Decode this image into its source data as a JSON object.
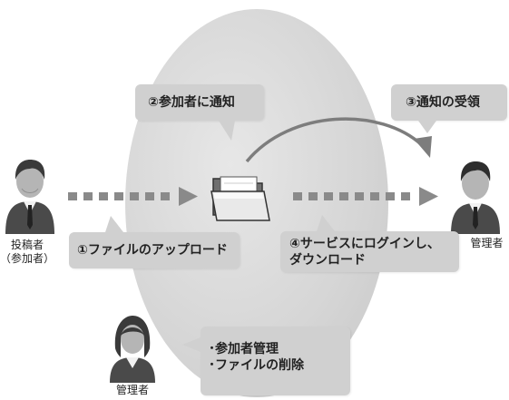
{
  "bubbles": {
    "notify": "②参加者に通知",
    "receive": "③通知の受領",
    "upload": "①ファイルのアップロード",
    "login_line1": "④サービスにログインし、",
    "login_line2": "ダウンロード",
    "admin_line1": "･参加者管理",
    "admin_line2": "･ファイルの削除"
  },
  "labels": {
    "poster_line1": "投稿者",
    "poster_line2": "（参加者）",
    "admin_right": "管理者",
    "admin_bottom": "管理者"
  },
  "icons": {
    "poster": "businessman-icon",
    "admin_right": "businessman-icon",
    "admin_bottom": "businesswoman-icon",
    "folder": "open-folder-icon"
  },
  "colors": {
    "ellipse": "#d5d5d5",
    "bubble": "#d0d0d0",
    "arrow": "#8a8a8a"
  }
}
